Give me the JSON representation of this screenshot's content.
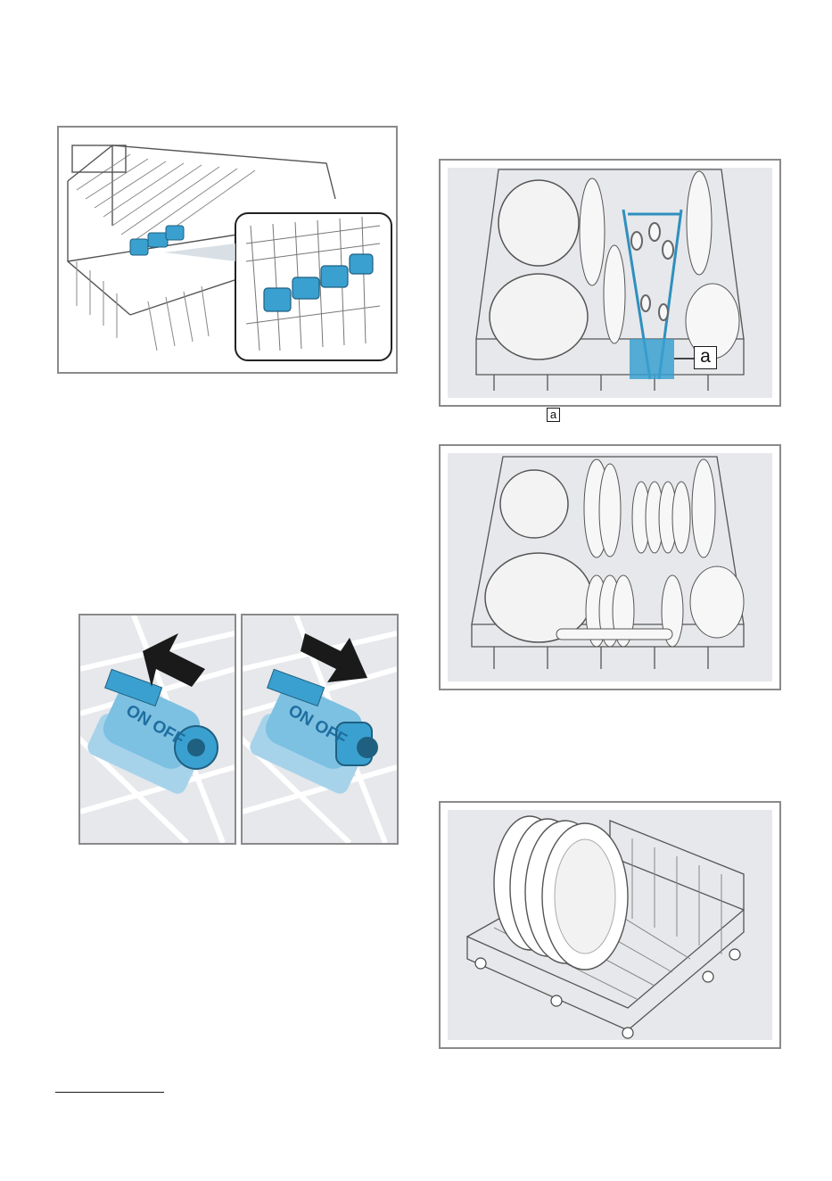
{
  "figures": {
    "upper_basket_sprinkler": {
      "icon": "sprinkler-detail-illustration"
    },
    "switch_on": {
      "label": "ON OFF",
      "icon": "arrow-up-left-icon"
    },
    "switch_off": {
      "label": "ON OFF",
      "icon": "arrow-down-right-icon"
    },
    "cutlery_basket": {
      "callout": "a"
    },
    "plates_basket": {
      "icon": "upper-basket-plates-illustration"
    },
    "lower_basket": {
      "icon": "lower-basket-plates-illustration"
    }
  },
  "legend": {
    "marker": "a"
  },
  "colors": {
    "accent": "#3aa0d0",
    "panel": "#e6e8eb",
    "frame": "#8a8a8a"
  }
}
